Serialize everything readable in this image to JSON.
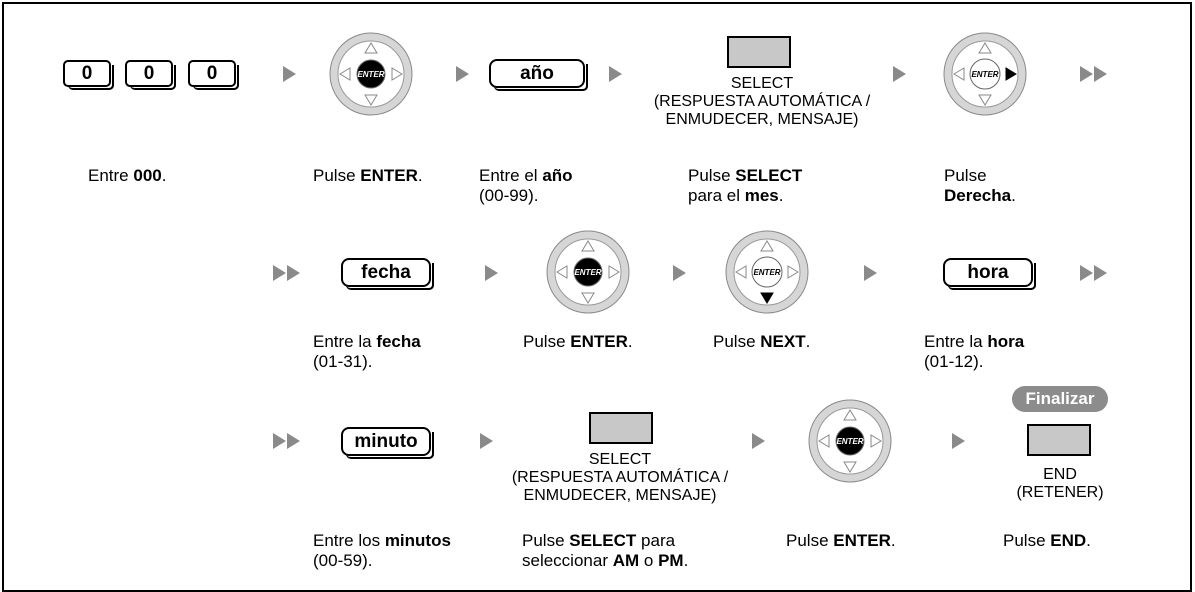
{
  "keys": {
    "zero": "0",
    "anio": "año",
    "fecha": "fecha",
    "hora": "hora",
    "minuto": "minuto"
  },
  "enter_label": "ENTER",
  "select_caption": [
    "SELECT",
    "(RESPUESTA AUTOMÁTICA /",
    "ENMUDECER, MENSAJE)"
  ],
  "end_caption": [
    "END",
    "(RETENER)"
  ],
  "finalizar": "Finalizar",
  "steps": {
    "s1": {
      "pre": "Entre ",
      "bold": "000",
      "post": "."
    },
    "s2": {
      "pre": "Pulse ",
      "bold": "ENTER",
      "post": "."
    },
    "s3": {
      "l1_pre": "Entre el ",
      "l1_bold": "año",
      "l2": "(00-99)."
    },
    "s4": {
      "l1_pre": "Pulse ",
      "l1_bold": "SELECT",
      "l2_pre": "para el ",
      "l2_bold": "mes",
      "l2_post": "."
    },
    "s5": {
      "l1": "Pulse",
      "l2_bold": "Derecha",
      "l2_post": "."
    },
    "s6": {
      "l1_pre": "Entre la ",
      "l1_bold": "fecha",
      "l2": "(01-31)."
    },
    "s7": {
      "pre": "Pulse ",
      "bold": "ENTER",
      "post": "."
    },
    "s8": {
      "pre": "Pulse ",
      "bold": "NEXT",
      "post": "."
    },
    "s9": {
      "l1_pre": "Entre la ",
      "l1_bold": "hora",
      "l2": "(01-12)."
    },
    "s10": {
      "l1_pre": "Entre los ",
      "l1_bold": "minutos",
      "l2": "(00-59)."
    },
    "s11": {
      "l1_pre": "Pulse ",
      "l1_bold": "SELECT",
      "l1_post": " para",
      "l2_pre": "seleccionar ",
      "l2_bold1": "AM",
      "l2_mid": " o ",
      "l2_bold2": "PM",
      "l2_post": "."
    },
    "s12": {
      "pre": "Pulse ",
      "bold": "ENTER",
      "post": "."
    },
    "s13": {
      "pre": "Pulse ",
      "bold": "END",
      "post": "."
    }
  }
}
